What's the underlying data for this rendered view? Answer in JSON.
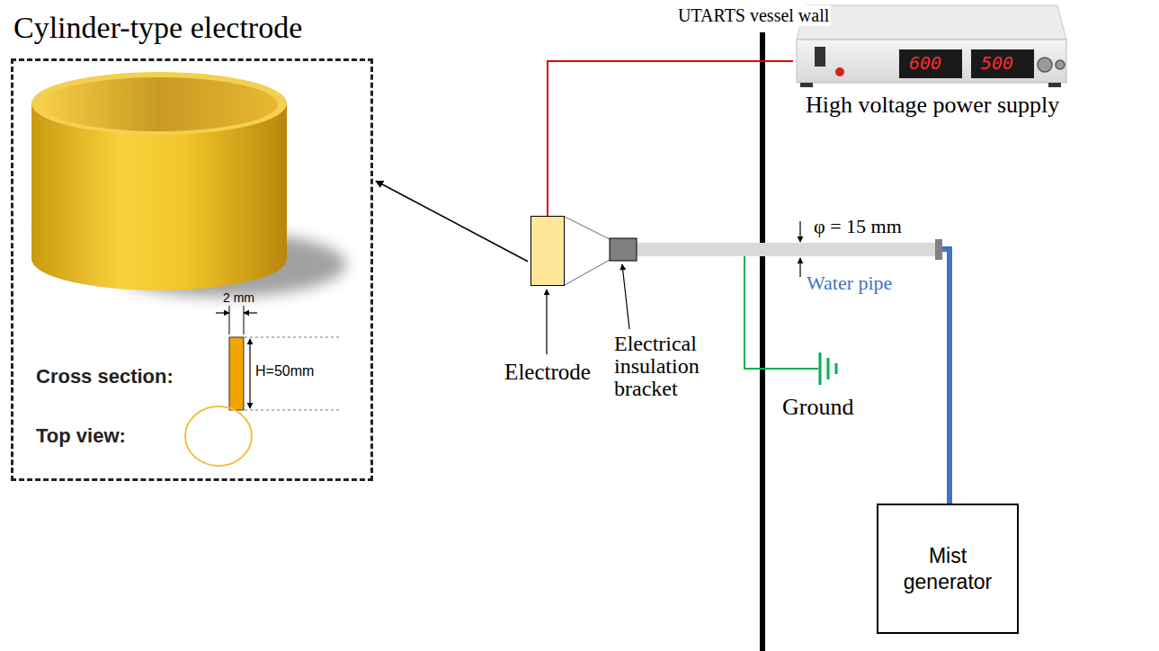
{
  "diagram": {
    "nodes": [
      {
        "text": [
          "Cylinder-type electrode"
        ]
      },
      {
        "text": [
          "Electrode"
        ]
      },
      {
        "text": [
          "High voltage power supply"
        ]
      },
      {
        "text": [
          "Mist generator"
        ]
      }
    ],
    "edges": [
      {
        "from": 1,
        "to": 0,
        "arrow": "to"
      },
      {
        "from": 1,
        "to": 2,
        "arrow": "none"
      }
    ],
    "labels": [
      "2 mm",
      "H=50mm",
      "Cross section:",
      "Top view:",
      "UTARTS vessel wall",
      "600",
      "500",
      "Electrical insulation bracket",
      "φ = 15 mm",
      "Water pipe",
      "Ground"
    ]
  }
}
